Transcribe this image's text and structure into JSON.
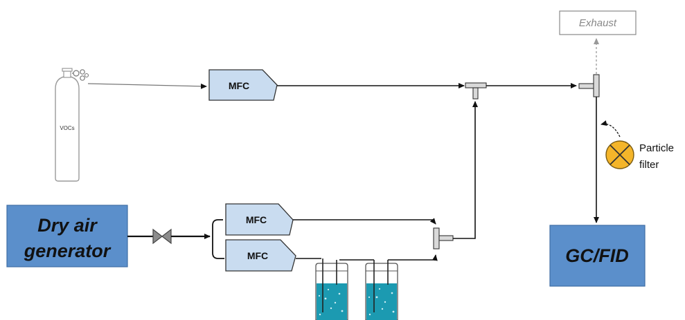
{
  "cylinder": {
    "label": "VOCs"
  },
  "mfc": {
    "top_label": "MFC",
    "mid_label": "MFC",
    "bottom_label": "MFC"
  },
  "exhaust": {
    "label": "Exhaust"
  },
  "dry_air": {
    "line1": "Dry air",
    "line2": "generator"
  },
  "particle_filter": {
    "line1": "Particle",
    "line2": "filter"
  },
  "gc_fid": {
    "label": "GC/FID"
  },
  "colors": {
    "mfc_fill": "#c9dcf0",
    "box_blue": "#5b8fcb",
    "filter_orange": "#f4b52a",
    "water": "#1c9ab1"
  }
}
